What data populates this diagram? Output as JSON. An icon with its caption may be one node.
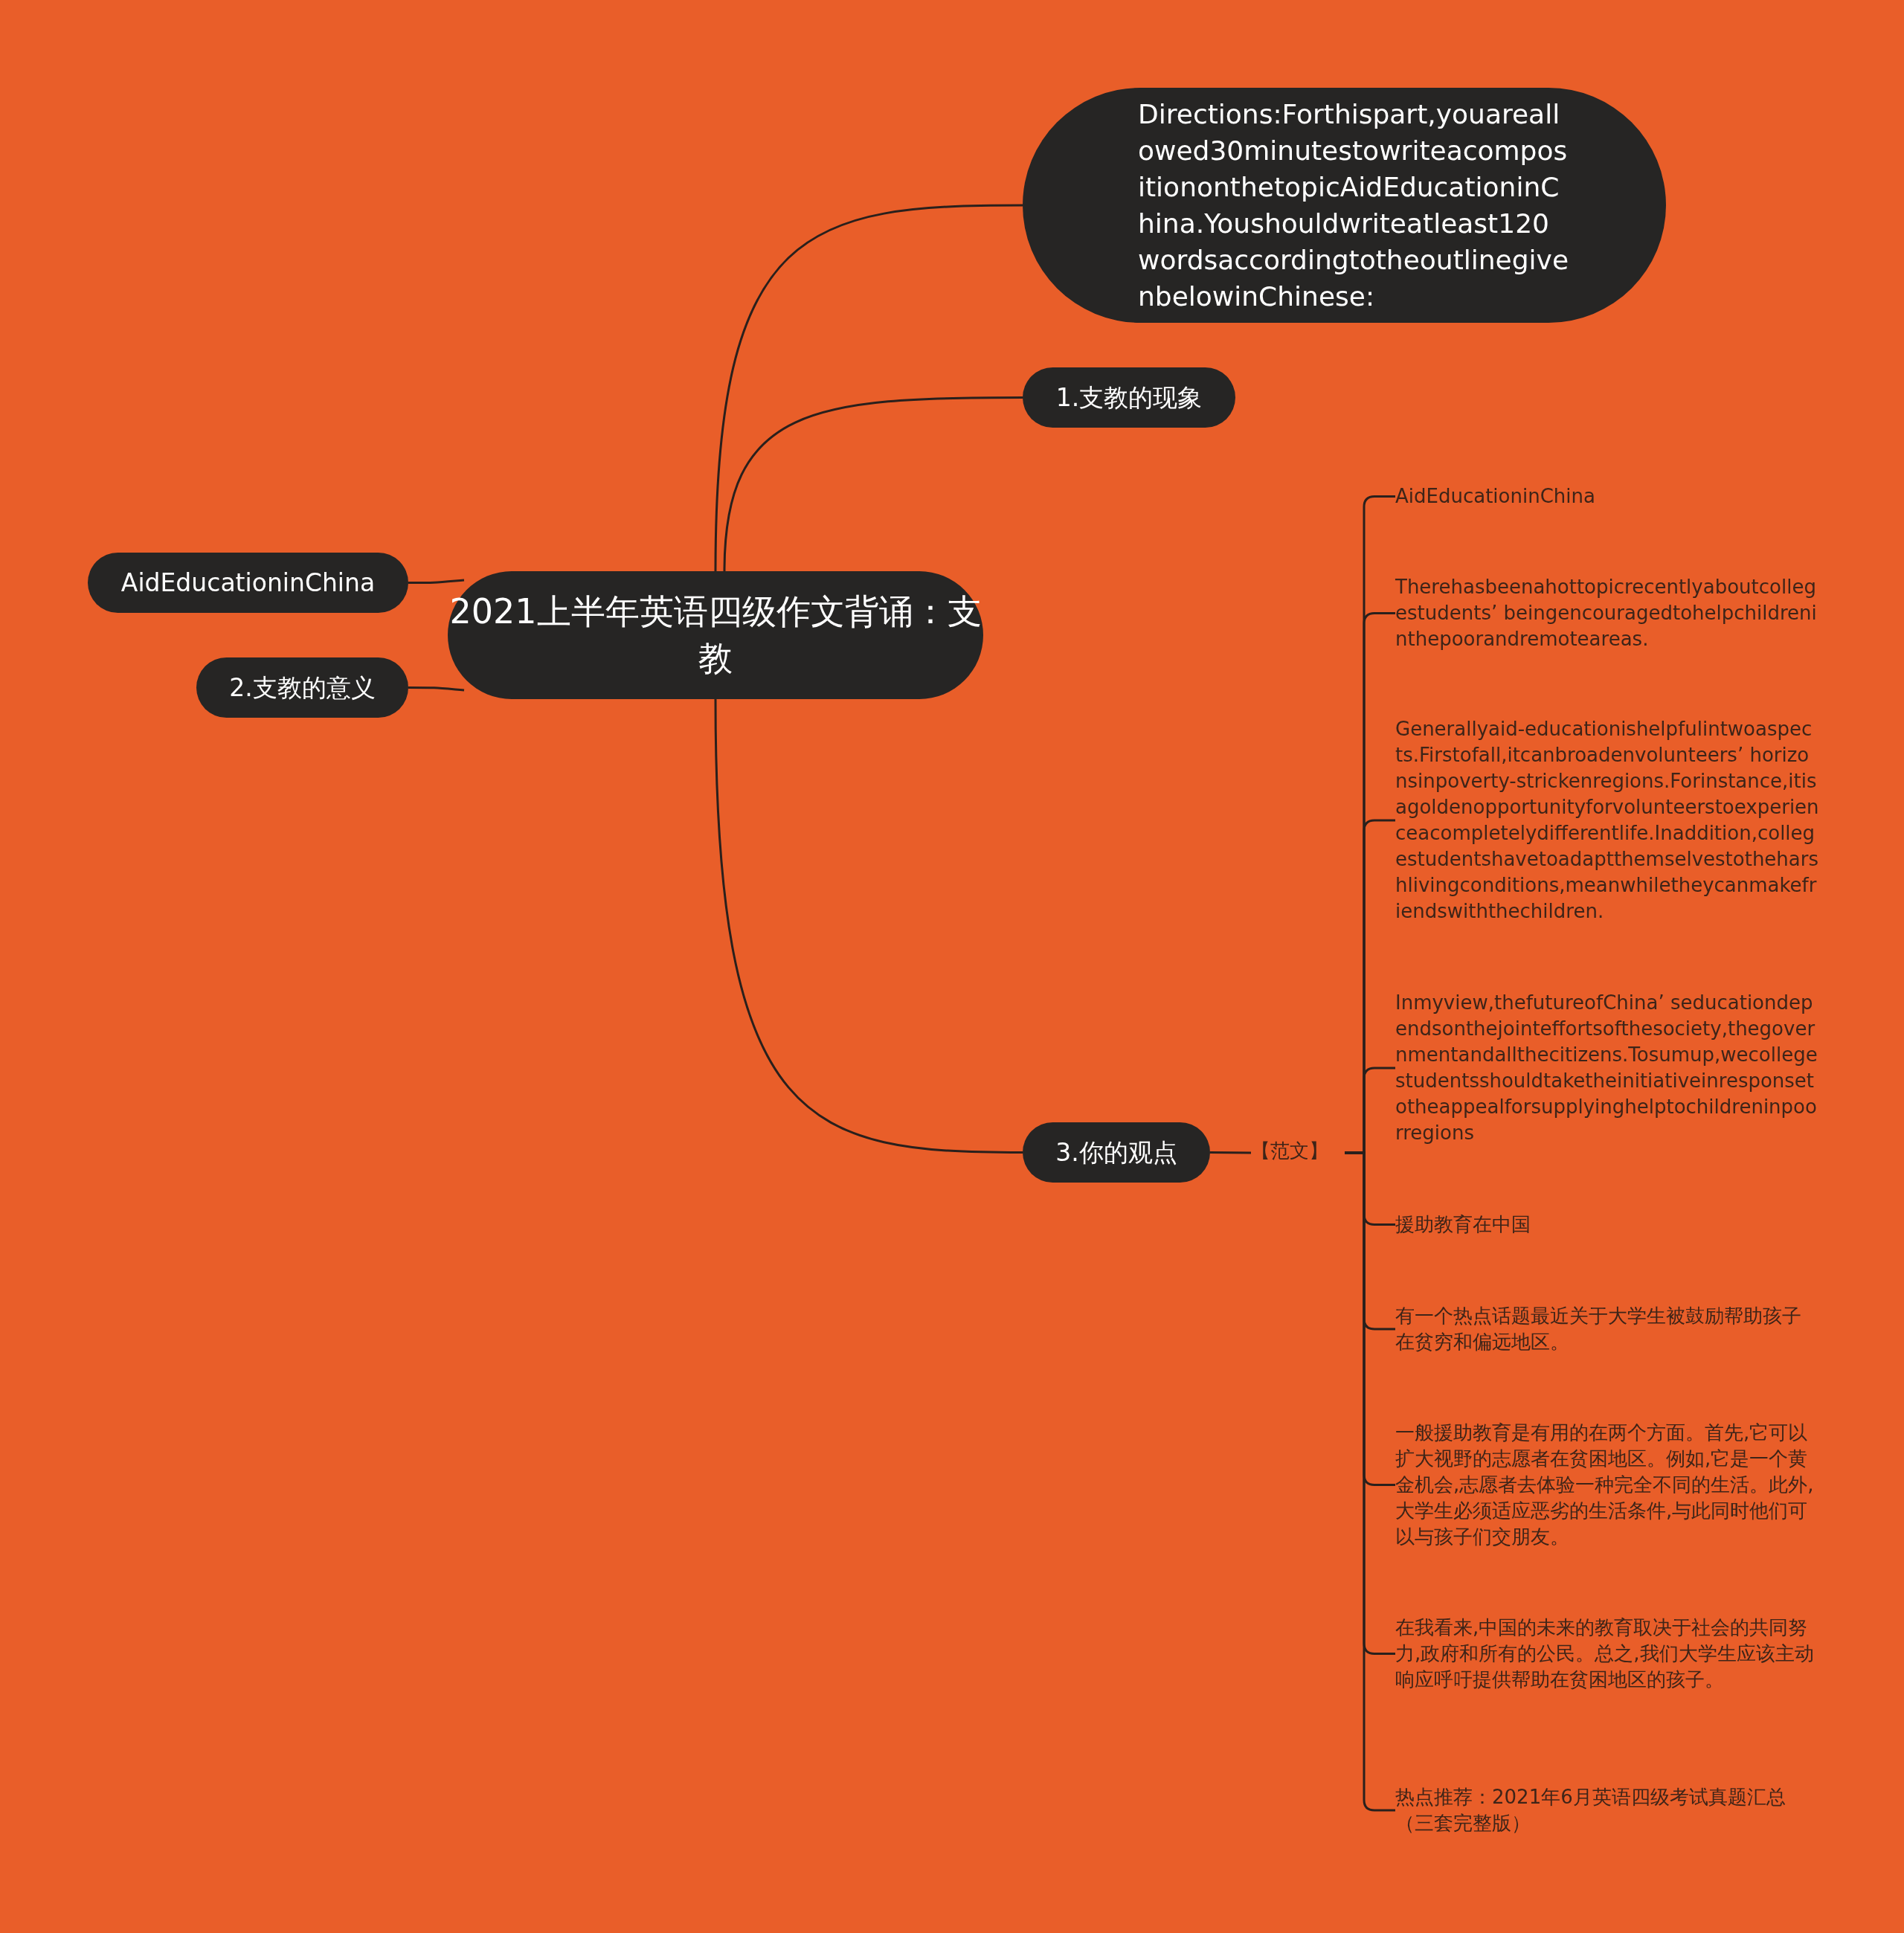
{
  "diagram": {
    "nodes": [
      {
        "text": [
          "2021上半年英语四级作文背诵：支教"
        ]
      },
      {
        "text": [
          "Directions:Forthispart,youareallowed30minutestowriteacompositiononthetopicAidEducationinChina.Youshouldwriteatleast120wordsaccordingtotheoutlinegivenbelowinChinese:"
        ]
      },
      {
        "text": [
          "1.支教的现象"
        ]
      },
      {
        "text": [
          "AidEducationinChina"
        ]
      },
      {
        "text": [
          "2.支教的意义"
        ]
      },
      {
        "text": [
          "3.你的观点"
        ]
      },
      {
        "text": [
          "【范文】"
        ]
      },
      {
        "text": [
          "AidEducationinChina"
        ]
      },
      {
        "text": [
          "Therehasbeenahottopicrecentlyaboutcollegestudents’ beingencouragedtohelpchildreninthepoorandremoteareas."
        ]
      },
      {
        "text": [
          "Generallyaid-educationishelpfulintwoaspects.Firstofall,itcanbroadenvolunteers’ horizonsinpoverty-strickenregions.Forinstance,itisagoldenopportunityforvolunteerstoexperienceacompletelydifferentlife.Inaddition,collegestudentshavetoadaptthemselvestotheharshlivingconditions,meanwhiletheycanmakefriendswiththechildren."
        ]
      },
      {
        "text": [
          "Inmyview,thefutureofChina’ seducationdependsonthejointeffortsofthesociety,thegovernmentandallthecitizens.Tosumup,wecollegestudentsshouldtaketheinitiativeinresponsetotheappealforsupplyinghelptochildreninpoorregions"
        ]
      },
      {
        "text": [
          "援助教育在中国"
        ]
      },
      {
        "text": [
          "有一个热点话题最近关于大学生被鼓励帮助孩子在贫穷和偏远地区。"
        ]
      },
      {
        "text": [
          "一般援助教育是有用的在两个方面。首先,它可以扩大视野的志愿者在贫困地区。例如,它是一个黄金机会,志愿者去体验一种完全不同的生活。此外,大学生必须适应恶劣的生活条件,与此同时他们可以与孩子们交朋友。"
        ]
      },
      {
        "text": [
          "在我看来,中国的未来的教育取决于社会的共同努力,政府和所有的公民。总之,我们大学生应该主动响应呼吁提供帮助在贫困地区的孩子。"
        ]
      },
      {
        "text": [
          "热点推荐：2021年6月英语四级考试真题汇总（三套完整版）"
        ]
      }
    ],
    "edges": [
      {
        "from": 0,
        "to": 1,
        "arrow": "none"
      },
      {
        "from": 0,
        "to": 2,
        "arrow": "none"
      },
      {
        "from": 0,
        "to": 3,
        "arrow": "none"
      },
      {
        "from": 0,
        "to": 4,
        "arrow": "none"
      },
      {
        "from": 0,
        "to": 5,
        "arrow": "none"
      },
      {
        "from": 5,
        "to": 6,
        "arrow": "none"
      },
      {
        "from": 6,
        "to": 7,
        "arrow": "none"
      },
      {
        "from": 6,
        "to": 8,
        "arrow": "none"
      },
      {
        "from": 6,
        "to": 9,
        "arrow": "none"
      },
      {
        "from": 6,
        "to": 10,
        "arrow": "none"
      },
      {
        "from": 6,
        "to": 11,
        "arrow": "none"
      },
      {
        "from": 6,
        "to": 12,
        "arrow": "none"
      },
      {
        "from": 6,
        "to": 13,
        "arrow": "none"
      },
      {
        "from": 6,
        "to": 14,
        "arrow": "none"
      },
      {
        "from": 6,
        "to": 15,
        "arrow": "none"
      }
    ]
  }
}
